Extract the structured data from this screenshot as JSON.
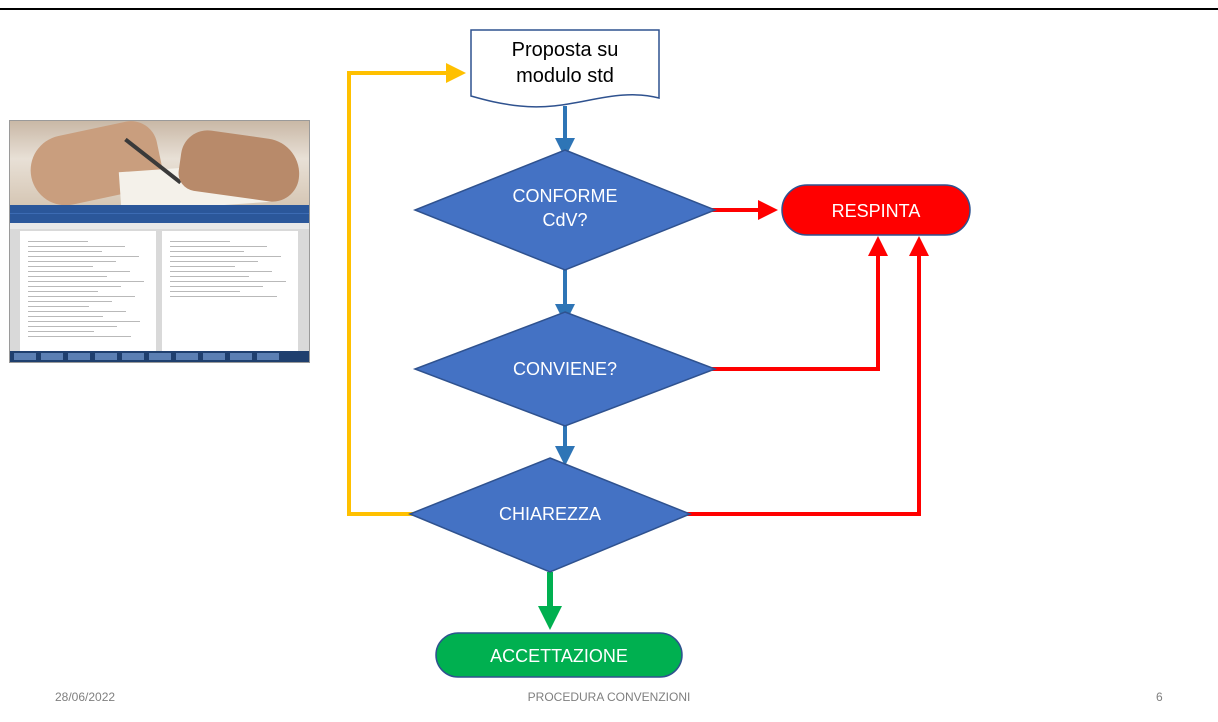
{
  "slide": {
    "date": "28/06/2022",
    "title": "PROCEDURA CONVENZIONI",
    "page_number": "6"
  },
  "flowchart": {
    "nodes": {
      "proposta": {
        "label_lines": [
          "Proposta su",
          "modulo std"
        ],
        "shape": "document"
      },
      "conforme": {
        "label_lines": [
          "CONFORME",
          "CdV?"
        ],
        "shape": "diamond"
      },
      "conviene": {
        "label_lines": [
          "CONVIENE?"
        ],
        "shape": "diamond"
      },
      "chiarezza": {
        "label_lines": [
          "CHIAREZZA"
        ],
        "shape": "diamond"
      },
      "respinta": {
        "label_lines": [
          "RESPINTA"
        ],
        "shape": "terminal"
      },
      "accettazione": {
        "label_lines": [
          "ACCETTAZIONE"
        ],
        "shape": "terminal"
      }
    },
    "colors": {
      "diamond_fill": "#4472c4",
      "diamond_stroke": "#2f528f",
      "respinta_fill": "#ff0000",
      "accettazione_fill": "#00b050",
      "flow_arrow": "#2e75b6",
      "reject_arrow": "#ff0000",
      "accept_arrow": "#00b050",
      "loop_arrow": "#ffc000"
    },
    "edges": [
      {
        "from": "proposta",
        "to": "conforme",
        "kind": "flow"
      },
      {
        "from": "conforme",
        "to": "conviene",
        "kind": "flow"
      },
      {
        "from": "conviene",
        "to": "chiarezza",
        "kind": "flow"
      },
      {
        "from": "chiarezza",
        "to": "accettazione",
        "kind": "accept"
      },
      {
        "from": "conforme",
        "to": "respinta",
        "kind": "reject"
      },
      {
        "from": "conviene",
        "to": "respinta",
        "kind": "reject"
      },
      {
        "from": "chiarezza",
        "to": "respinta",
        "kind": "reject"
      },
      {
        "from": "chiarezza",
        "to": "proposta",
        "kind": "loop"
      }
    ]
  },
  "screenshot_thumbnail": {
    "description_icon": "word-document-screenshot-icon"
  }
}
